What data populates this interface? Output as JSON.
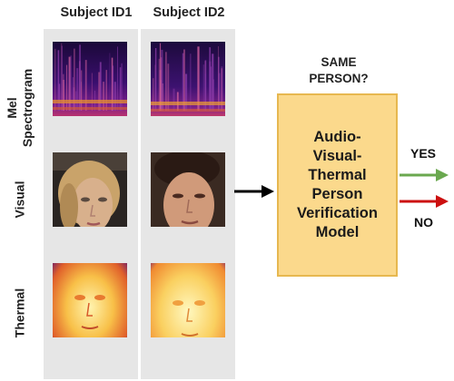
{
  "columns": [
    {
      "header": "Subject ID1"
    },
    {
      "header": "Subject ID2"
    }
  ],
  "rows": [
    {
      "label_lines": [
        "Mel",
        "Spectrogram"
      ]
    },
    {
      "label_lines": [
        "Visual"
      ]
    },
    {
      "label_lines": [
        "Thermal"
      ]
    }
  ],
  "question": {
    "line1": "SAME",
    "line2": "PERSON?"
  },
  "model": {
    "lines": [
      "Audio-",
      "Visual-",
      "Thermal",
      "Person",
      "Verification",
      "Model"
    ]
  },
  "outputs": {
    "yes": {
      "label": "YES",
      "color": "#6aa84f"
    },
    "no": {
      "label": "NO",
      "color": "#cc1010"
    }
  },
  "colors": {
    "panel": "#e6e6e6",
    "model_fill": "#fbd98c",
    "model_border": "#e7b850",
    "input_arrow": "#000000"
  }
}
